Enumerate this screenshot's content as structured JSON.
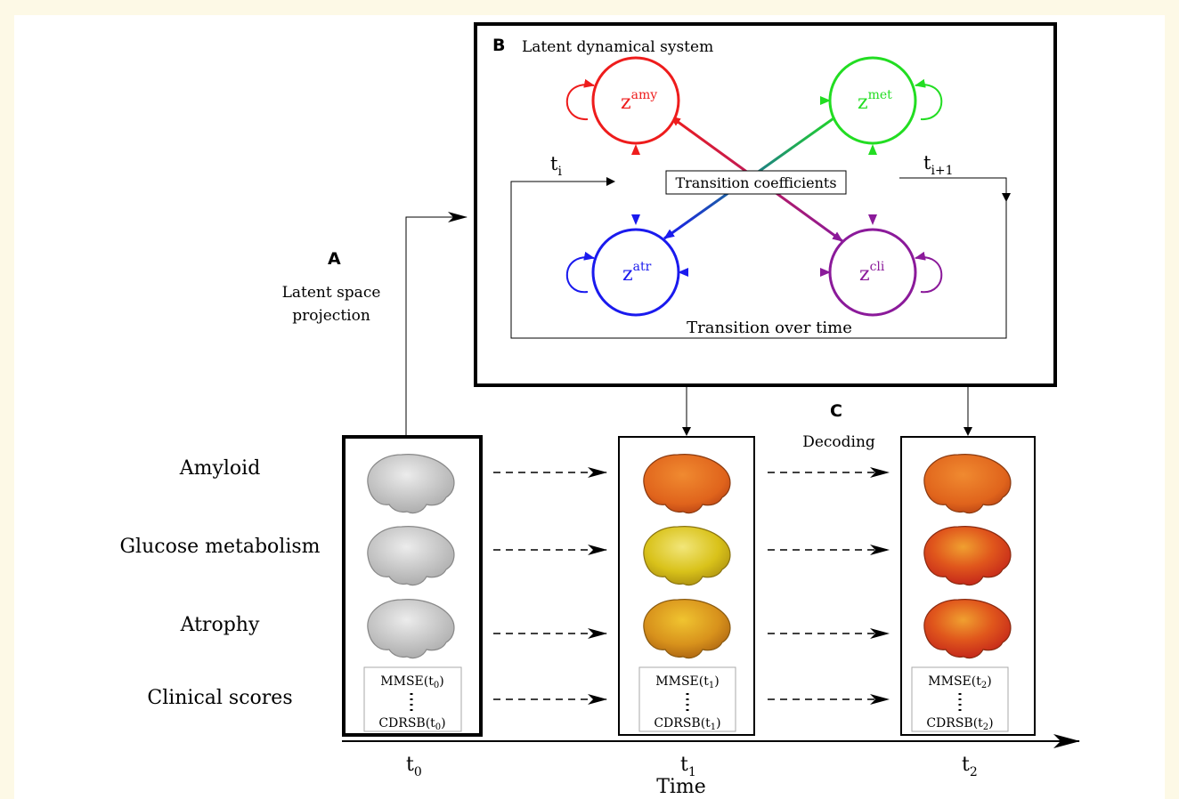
{
  "panels": {
    "A": {
      "letter": "A",
      "caption_line1": "Latent space",
      "caption_line2": "projection"
    },
    "B": {
      "letter": "B",
      "title": "Latent dynamical system"
    },
    "C": {
      "letter": "C",
      "caption": "Decoding"
    }
  },
  "nodes": {
    "amy": {
      "base": "z",
      "sup": "amy",
      "color": "#ee1c1c"
    },
    "met": {
      "base": "z",
      "sup": "met",
      "color": "#22dd22"
    },
    "atr": {
      "base": "z",
      "sup": "atr",
      "color": "#1a1aee"
    },
    "cli": {
      "base": "z",
      "sup": "cli",
      "color": "#8b1a9a"
    }
  },
  "transition_box": "Transition coefficients",
  "transition_over_time": "Transition over time",
  "t_i": {
    "base": "t",
    "sub": "i"
  },
  "t_i1": {
    "base": "t",
    "sub": "i+1"
  },
  "rows": [
    "Amyloid",
    "Glucose metabolism",
    "Atrophy",
    "Clinical scores"
  ],
  "timepoints": [
    {
      "base": "t",
      "sub": "0",
      "mmse_base": "MMSE(t",
      "cdrsb_base": "CDRSB(t",
      "close": ")"
    },
    {
      "base": "t",
      "sub": "1",
      "mmse_base": "MMSE(t",
      "cdrsb_base": "CDRSB(t",
      "close": ")"
    },
    {
      "base": "t",
      "sub": "2",
      "mmse_base": "MMSE(t",
      "cdrsb_base": "CDRSB(t",
      "close": ")"
    }
  ],
  "axis_label": "Time",
  "colors": {
    "background": "#fdf9e6",
    "brain_gray": "#cfcfcf",
    "brain_orange": "#e0641c",
    "brain_yellow": "#d9c21a",
    "brain_red": "#cc2a1a"
  }
}
